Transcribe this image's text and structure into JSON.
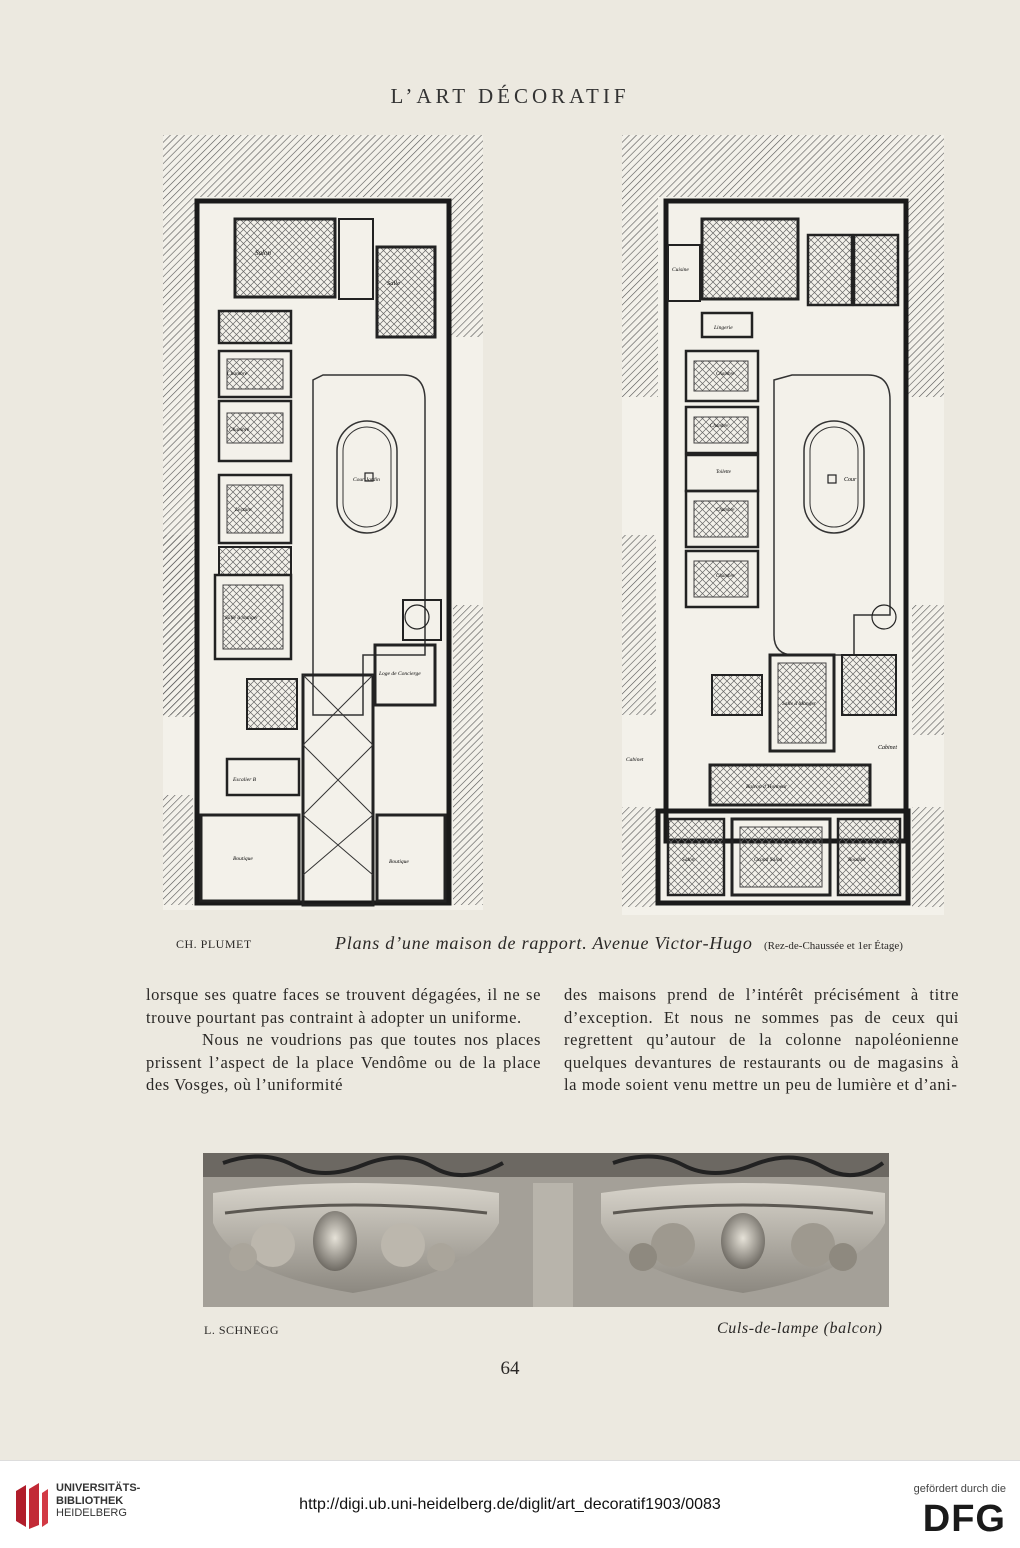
{
  "header": {
    "running_title": "L’ART DÉCORATIF"
  },
  "plans": {
    "credit": "CH. PLUMET",
    "caption": "Plans d’une maison de rapport. Avenue Victor-Hugo",
    "caption_note": "(Rez-de-Chaussée et 1er Étage)",
    "left_labels": {
      "salon": "Salon",
      "salle": "Salle",
      "chambre1": "Chambre",
      "chambre2": "Chambre",
      "lecture": "Lecture",
      "salle_manger": "Salle à manger",
      "cour": "Cour Jardin",
      "loge": "Loge de Concierge",
      "boutique_left": "Boutique",
      "boutique_right": "Boutique",
      "escalier": "Escalier B"
    },
    "right_labels": {
      "cuisine": "Cuisine",
      "lingerie": "Lingerie",
      "chambre1": "Chambre",
      "chambre2": "Chambre",
      "toilette": "Toilette",
      "chambre3": "Chambre",
      "chambre4": "Chambre",
      "cour": "Cour",
      "salle_manger": "Salle à Manger",
      "cabinet_left": "Cabinet",
      "cabinet_right": "Cabinet",
      "balcon": "Balcon d’Honneur",
      "salon": "Salon",
      "grand_salon": "Grand Salon",
      "boudoir": "Boudoir"
    }
  },
  "body": {
    "left_column": [
      "lorsque ses quatre faces se trouvent dégagées, il ne se trouve pourtant pas contraint à adopter un uniforme.",
      "Nous ne voudrions pas que toutes nos places prissent l’aspect de la place Vendôme ou de la place des Vosges, où l’uniformité"
    ],
    "right_column": [
      "des maisons prend de l’intérêt précisément à titre d’exception. Et nous ne sommes pas de ceux qui regrettent qu’autour de la colonne napoléonienne quelques devantures de restaurants ou de magasins à la mode soient venu mettre un peu de lumière et d’ani-"
    ]
  },
  "photo": {
    "credit": "L. SCHNEGG",
    "caption": "Culs-de-lampe (balcon)"
  },
  "page_number": "64",
  "footer": {
    "library_line1": "UNIVERSITÄTS-",
    "library_line2": "BIBLIOTHEK",
    "library_line3": "HEIDELBERG",
    "url": "http://digi.ub.uni-heidelberg.de/diglit/art_decoratif1903/0083",
    "funding_label": "gefördert durch die",
    "funding_logo": "DFG"
  },
  "colors": {
    "ink": "#2a2826",
    "paper": "#ece9e0",
    "footer_bg": "#ffffff"
  }
}
